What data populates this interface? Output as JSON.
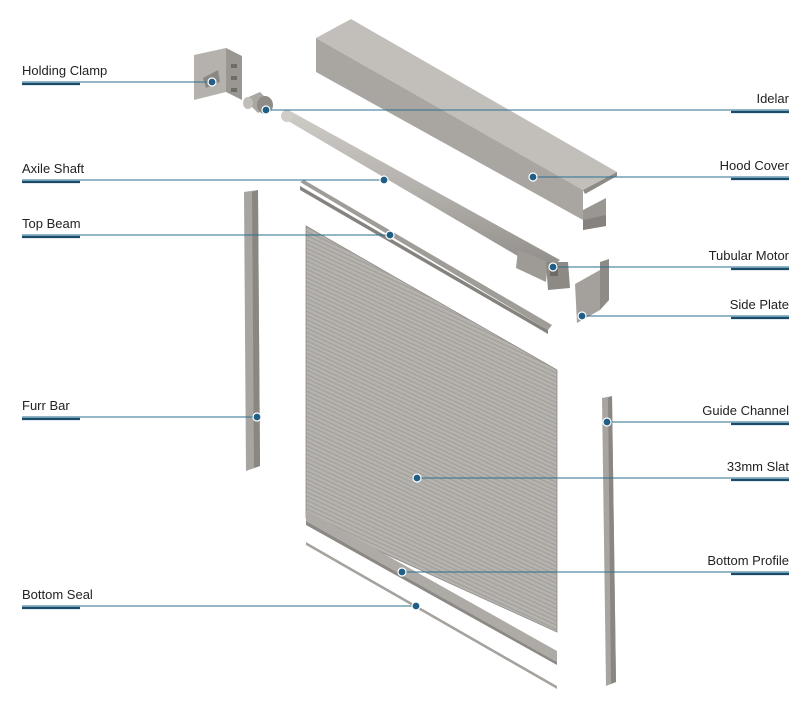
{
  "labels": {
    "holding_clamp": "Holding Clamp",
    "idelar": "Idelar",
    "axile_shaft": "Axile Shaft",
    "hood_cover": "Hood Cover",
    "top_beam": "Top Beam",
    "tubular_motor": "Tubular Motor",
    "side_plate": "Side Plate",
    "furr_bar": "Furr Bar",
    "guide_channel": "Guide Channel",
    "slat": "33mm Slat",
    "bottom_profile": "Bottom Profile",
    "bottom_seal": "Bottom Seal"
  },
  "colors": {
    "leader_line": "#2a6f8f",
    "underline": "#1b4d6b",
    "marker": "#1f5f86",
    "part_fill": "#aba8a4",
    "part_shade": "#8f8c88",
    "part_light": "#c7c4c0",
    "slat_line": "#9e9b97"
  }
}
